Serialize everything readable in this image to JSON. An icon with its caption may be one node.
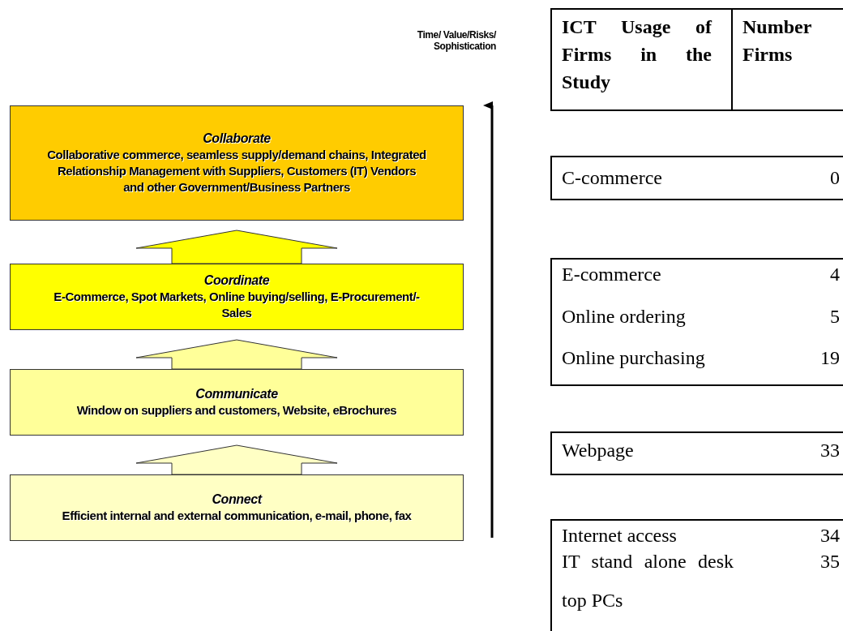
{
  "diagram": {
    "nodes": [
      {
        "text": [
          "Collaborate",
          "Collaborative commerce, seamless supply/demand chains, Integrated Relationship Management with Suppliers, Customers (IT) Vendors and other Government/Business Partners"
        ]
      },
      {
        "text": [
          "Coordinate",
          "E-Commerce, Spot Markets, Online buying/selling, E-Procurement/-Sales"
        ]
      },
      {
        "text": [
          "Communicate",
          "Window on suppliers and customers, Website, eBrochures"
        ]
      },
      {
        "text": [
          "Connect",
          "Efficient internal and external communication, e-mail, phone, fax"
        ]
      }
    ],
    "edges": [
      {
        "from": 3,
        "to": 2,
        "arrow": "to"
      },
      {
        "from": 2,
        "to": 1,
        "arrow": "to"
      },
      {
        "from": 1,
        "to": 0,
        "arrow": "to"
      }
    ],
    "labels": [
      "Time/ Value/Risks/ Sophistication",
      "ICT Usage of Firms in the Study",
      "Number Firms",
      "C-commerce",
      "0",
      "E-commerce",
      "4",
      "Online ordering",
      "5",
      "Online purchasing",
      "19",
      "Webpage",
      "33",
      "Internet access",
      "34",
      "IT stand alone desk top PCs",
      "35"
    ]
  }
}
